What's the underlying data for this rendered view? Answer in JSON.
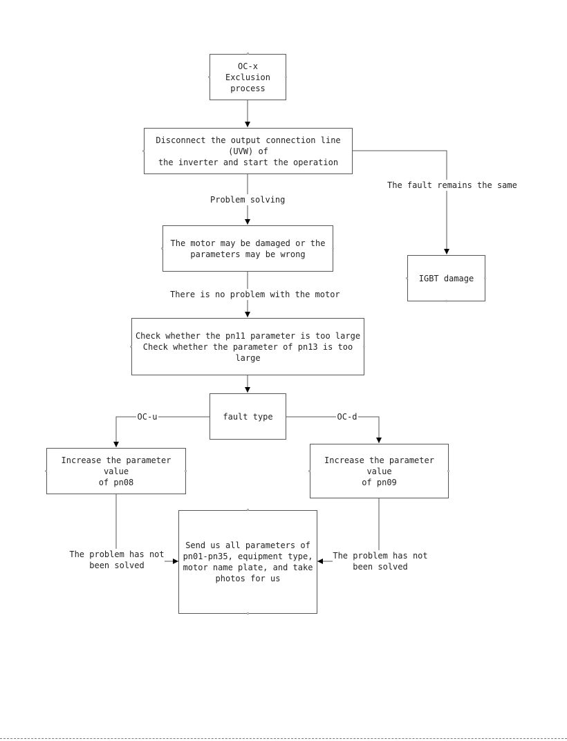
{
  "flowchart": {
    "start": "OC-x Exclusion process",
    "step_disconnect": [
      "Disconnect the output connection line (UVW) of",
      "the inverter and start the operation"
    ],
    "label_problem_solving": "Problem solving",
    "label_fault_remains": "The fault remains the same",
    "motor_check": [
      "The motor may be damaged or the",
      "parameters may be wrong"
    ],
    "igbt": "IGBT damage",
    "label_no_motor_problem": "There is no problem with the motor",
    "param_check": [
      "Check whether the pn11 parameter is too large",
      "Check whether the parameter of pn13 is too large"
    ],
    "fault_type": "fault type",
    "branch_u": "OC-u",
    "branch_d": "OC-d",
    "increase_pn08": [
      "Increase the parameter value",
      "of pn08"
    ],
    "increase_pn09": [
      "Increase the parameter value",
      "of pn09"
    ],
    "not_solved_left": [
      "The problem has not",
      "been solved"
    ],
    "not_solved_right": [
      "The problem has not",
      "been solved"
    ],
    "send_params": [
      "Send us all parameters of",
      "pn01-pn35, equipment type,",
      "motor name plate, and take",
      "photos for us"
    ]
  }
}
